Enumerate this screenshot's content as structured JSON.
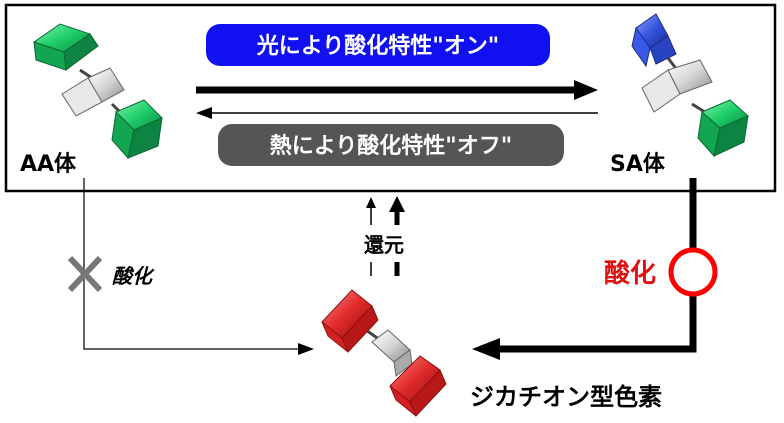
{
  "labels": {
    "aa": "AA体",
    "sa": "SA体",
    "light_on": "光により酸化特性\"オン\"",
    "heat_off": "熱により酸化特性\"オフ\"",
    "oxidation_left": "酸化",
    "oxidation_right": "酸化",
    "reduction": "還元",
    "dication": "ジカチオン型色素"
  },
  "colors": {
    "green": "#1fcf6a",
    "blue": "#3355dd",
    "red": "#e02a2a",
    "gray": "#cfcfcf",
    "pill_blue": "#1010f0",
    "pill_dark": "#555555",
    "ok_red": "#ff0000",
    "cross_gray": "#777777"
  },
  "icons": {
    "ok_mark": "circle-icon",
    "ng_mark": "cross-icon"
  }
}
